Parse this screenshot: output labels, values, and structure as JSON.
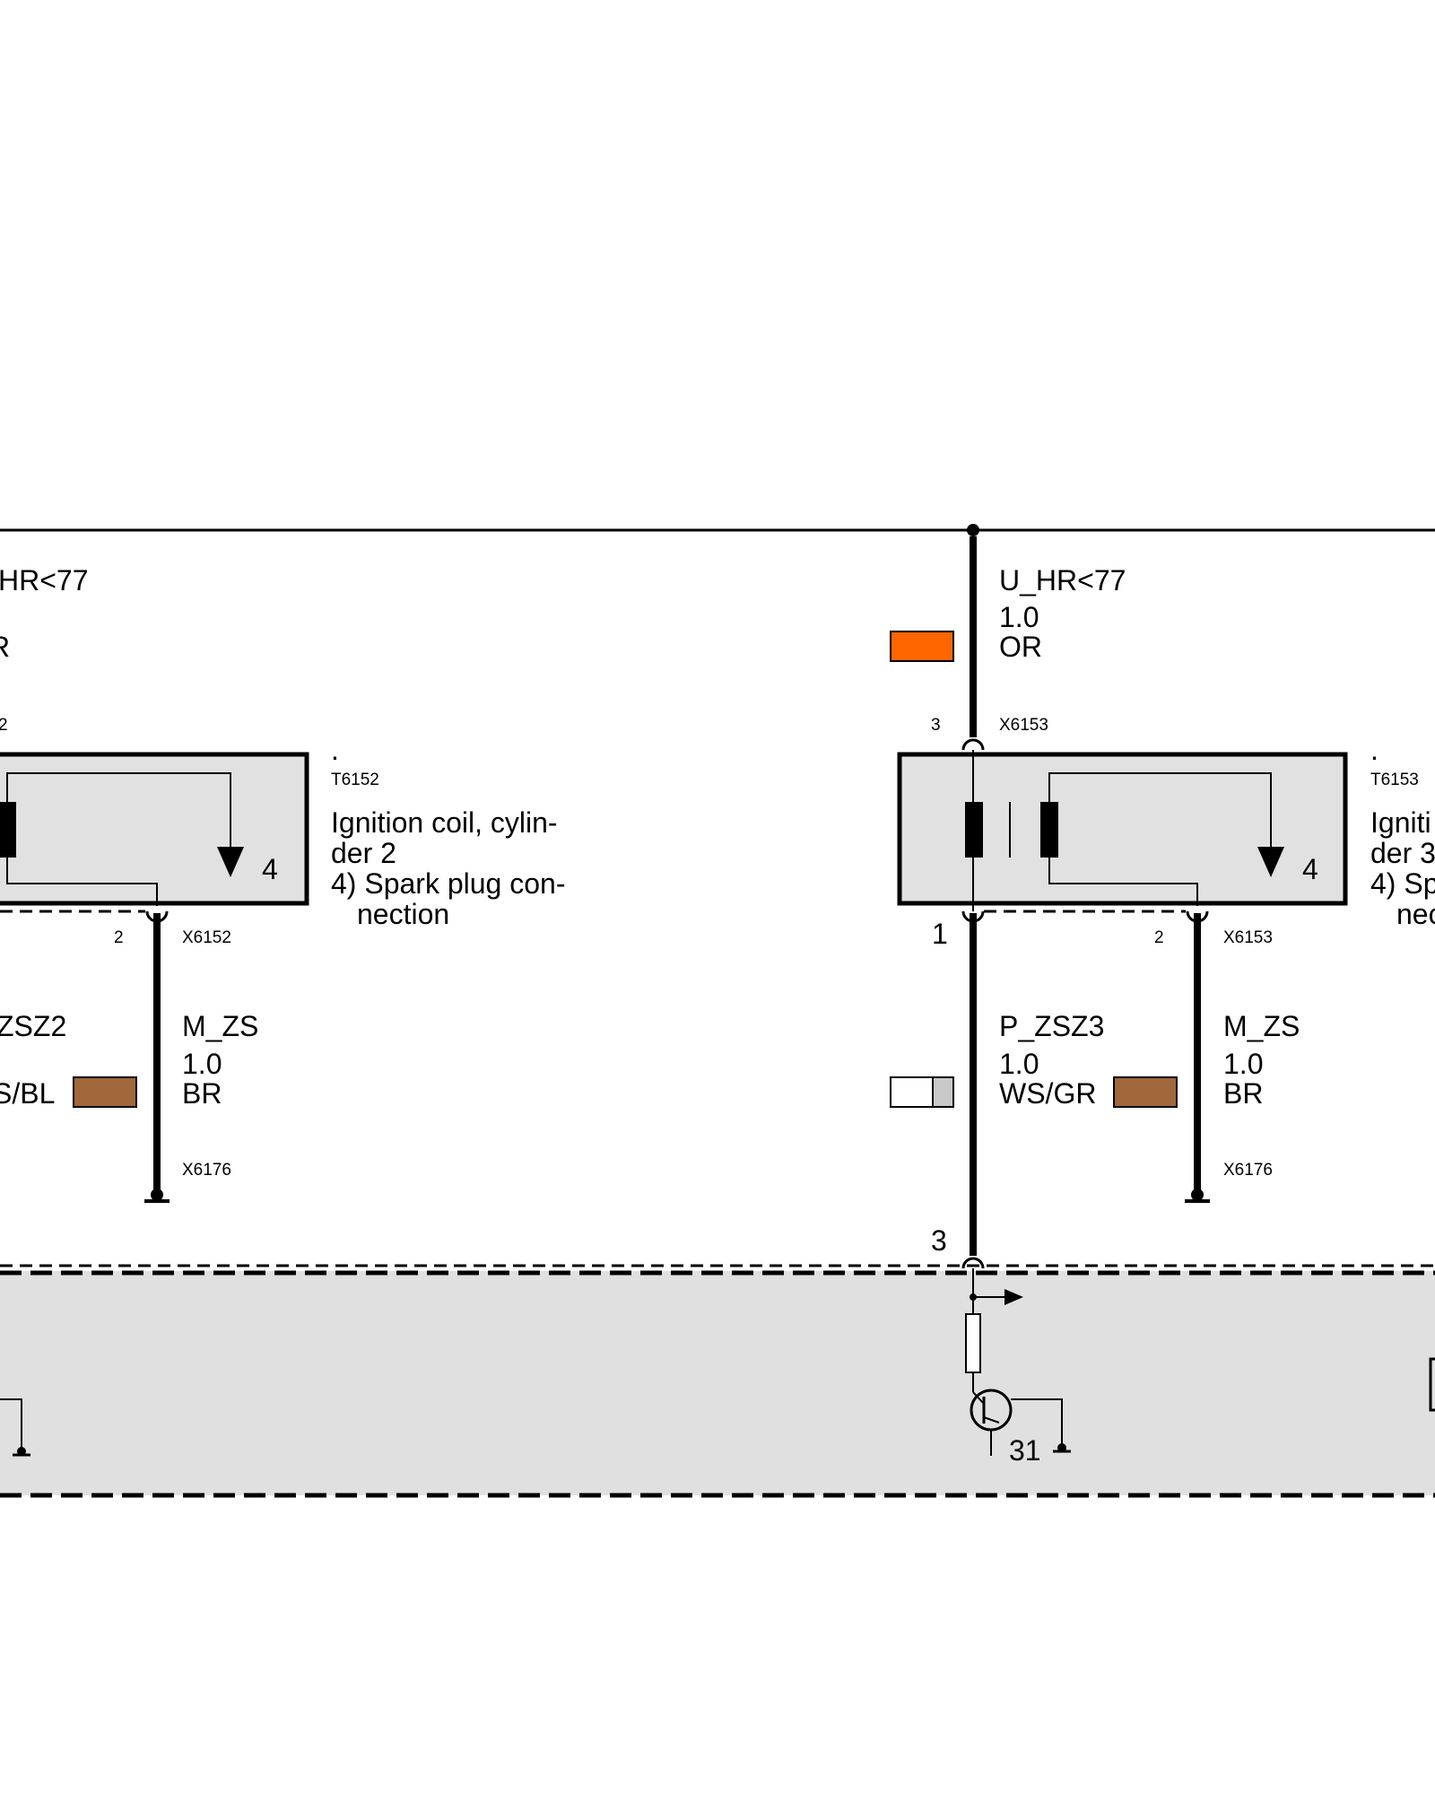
{
  "colors": {
    "wire": "#000000",
    "component_fill": "#e1e1e1",
    "module_fill": "#e0e0e0",
    "swatch_or": "#ff6600",
    "swatch_br": "#a0673a",
    "swatch_ws": "#ffffff",
    "swatch_gr": "#c8c8c8"
  },
  "left_circuit": {
    "supply": {
      "signal": "HR<77",
      "size": "",
      "color": "R"
    },
    "top_connector": {
      "pin": "2",
      "id": ""
    },
    "component": {
      "dot": ".",
      "id": "T6152",
      "desc_line1": "Ignition coil, cylin-",
      "desc_line2": "der 2",
      "desc_line3": "4) Spark plug con-",
      "desc_line4": "nection",
      "output_pin": "4"
    },
    "bottom_connector": {
      "pin": "2",
      "id": "X6152"
    },
    "wire_left": {
      "signal": "ZSZ2",
      "color": "S/BL"
    },
    "wire_ground": {
      "signal": "M_ZS",
      "size": "1.0",
      "color": "BR"
    },
    "ground_connector": "X6176"
  },
  "right_circuit": {
    "supply": {
      "signal": "U_HR<77",
      "size": "1.0",
      "color": "OR"
    },
    "top_connector": {
      "pin": "3",
      "id": "X6153"
    },
    "component": {
      "dot": ".",
      "id": "T6153",
      "desc_line1": "Igniti",
      "desc_line2": "der 3",
      "desc_line3": "4) Sp",
      "desc_line4": "nec",
      "output_pin": "4"
    },
    "bottom_connector": {
      "pin_left": "1",
      "pin_right": "2",
      "id": "X6153"
    },
    "wire_signal": {
      "signal": "P_ZSZ3",
      "size": "1.0",
      "color": "WS/GR"
    },
    "wire_ground": {
      "signal": "M_ZS",
      "size": "1.0",
      "color": "BR"
    },
    "ground_connector": "X6176"
  },
  "control_unit": {
    "pin": "3",
    "ground_label": "31"
  }
}
